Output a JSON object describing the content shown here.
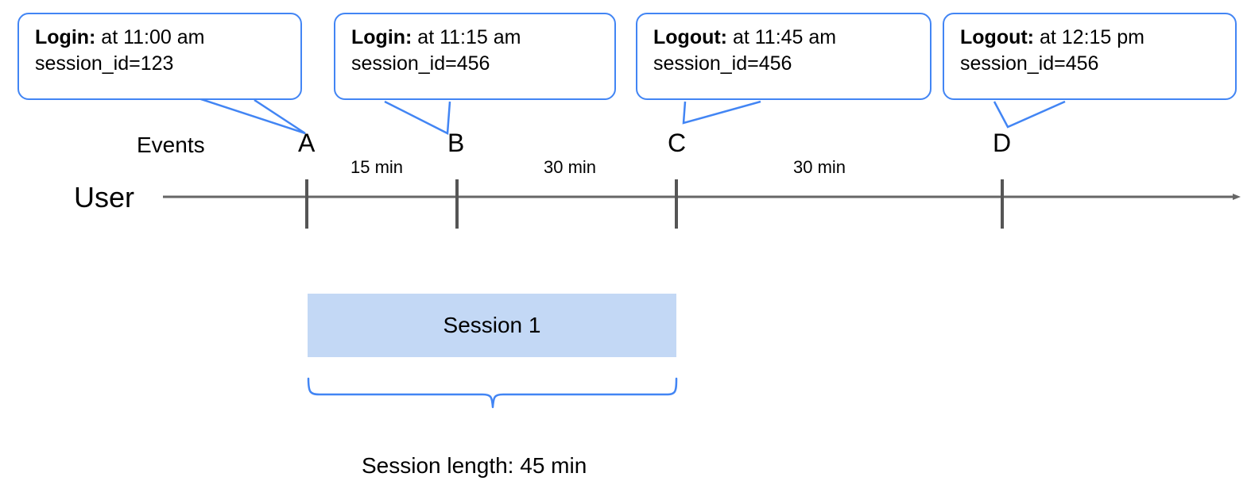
{
  "diagram": {
    "title_caption": "Session length: 45 min",
    "lane_label": "User",
    "events_label": "Events",
    "accent_blue": "#4285f4",
    "session_fill": "#c3d8f5",
    "axis_gray": "#666666"
  },
  "callouts": [
    {
      "event": "Login:",
      "time_text": " at 11:00 am",
      "session_line": "session_id=123",
      "tick": "A"
    },
    {
      "event": "Login:",
      "time_text": " at 11:15 am",
      "session_line": "session_id=456",
      "tick": "B"
    },
    {
      "event": "Logout:",
      "time_text": " at 11:45 am",
      "session_line": "session_id=456",
      "tick": "C"
    },
    {
      "event": "Logout:",
      "time_text": " at 12:15 pm",
      "session_line": "session_id=456",
      "tick": "D"
    }
  ],
  "ticks": [
    {
      "label": "A"
    },
    {
      "label": "B"
    },
    {
      "label": "C"
    },
    {
      "label": "D"
    }
  ],
  "durations": [
    {
      "label": "15 min"
    },
    {
      "label": "30 min"
    },
    {
      "label": "30 min"
    }
  ],
  "session": {
    "label": "Session 1",
    "bracket_caption": "Session length: 45 min"
  },
  "chart_data": {
    "type": "timeline",
    "title": "",
    "lane": "User",
    "events": [
      {
        "tick": "A",
        "type": "Login",
        "time": "11:00 am",
        "session_id": "123"
      },
      {
        "tick": "B",
        "type": "Login",
        "time": "11:15 am",
        "session_id": "456"
      },
      {
        "tick": "C",
        "type": "Logout",
        "time": "11:45 am",
        "session_id": "456"
      },
      {
        "tick": "D",
        "type": "Logout",
        "time": "12:15 pm",
        "session_id": "456"
      }
    ],
    "intervals": [
      {
        "from": "A",
        "to": "B",
        "label": "15 min",
        "minutes": 15
      },
      {
        "from": "B",
        "to": "C",
        "label": "30 min",
        "minutes": 30
      },
      {
        "from": "C",
        "to": "D",
        "label": "30 min",
        "minutes": 30
      }
    ],
    "spans": [
      {
        "name": "Session 1",
        "from": "A",
        "to": "C",
        "length_label": "Session length: 45 min",
        "minutes": 45
      }
    ],
    "xlabel": "",
    "ylabel": "",
    "grid": false,
    "legend": "none"
  }
}
